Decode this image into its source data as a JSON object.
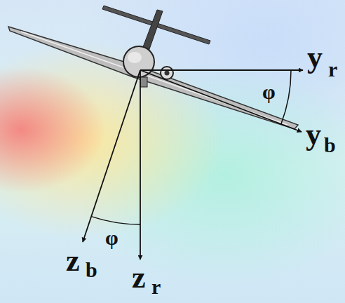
{
  "diagram": {
    "labels": [
      "y",
      "r",
      "y",
      "b",
      "z",
      "b",
      "z",
      "r",
      "φ",
      "φ"
    ]
  }
}
